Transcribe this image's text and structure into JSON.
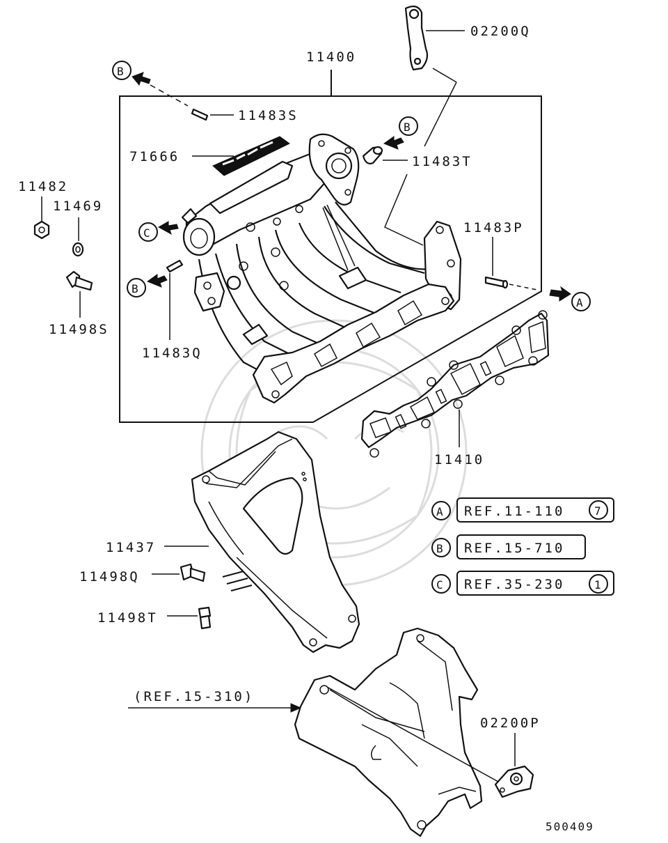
{
  "diagram": {
    "part_labels": {
      "p02200Q": "02200Q",
      "p11400": "11400",
      "p11483S": "11483S",
      "p71666": "71666",
      "p11483T": "11483T",
      "p11482": "11482",
      "p11469": "11469",
      "p11483P": "11483P",
      "p11498S": "11498S",
      "p11483Q": "11483Q",
      "p11410": "11410",
      "p11437": "11437",
      "p11498Q": "11498Q",
      "p11498T": "11498T",
      "p02200P": "02200P"
    },
    "marker_letters": {
      "a": "A",
      "b": "B",
      "c": "C"
    },
    "references": [
      {
        "letter": "A",
        "text": "REF.11-110",
        "circled": "7"
      },
      {
        "letter": "B",
        "text": "REF.15-710",
        "circled": ""
      },
      {
        "letter": "C",
        "text": "REF.35-230",
        "circled": "1"
      }
    ],
    "exhaust_reference": "(REF.15-310)",
    "diagram_number": "500409"
  }
}
